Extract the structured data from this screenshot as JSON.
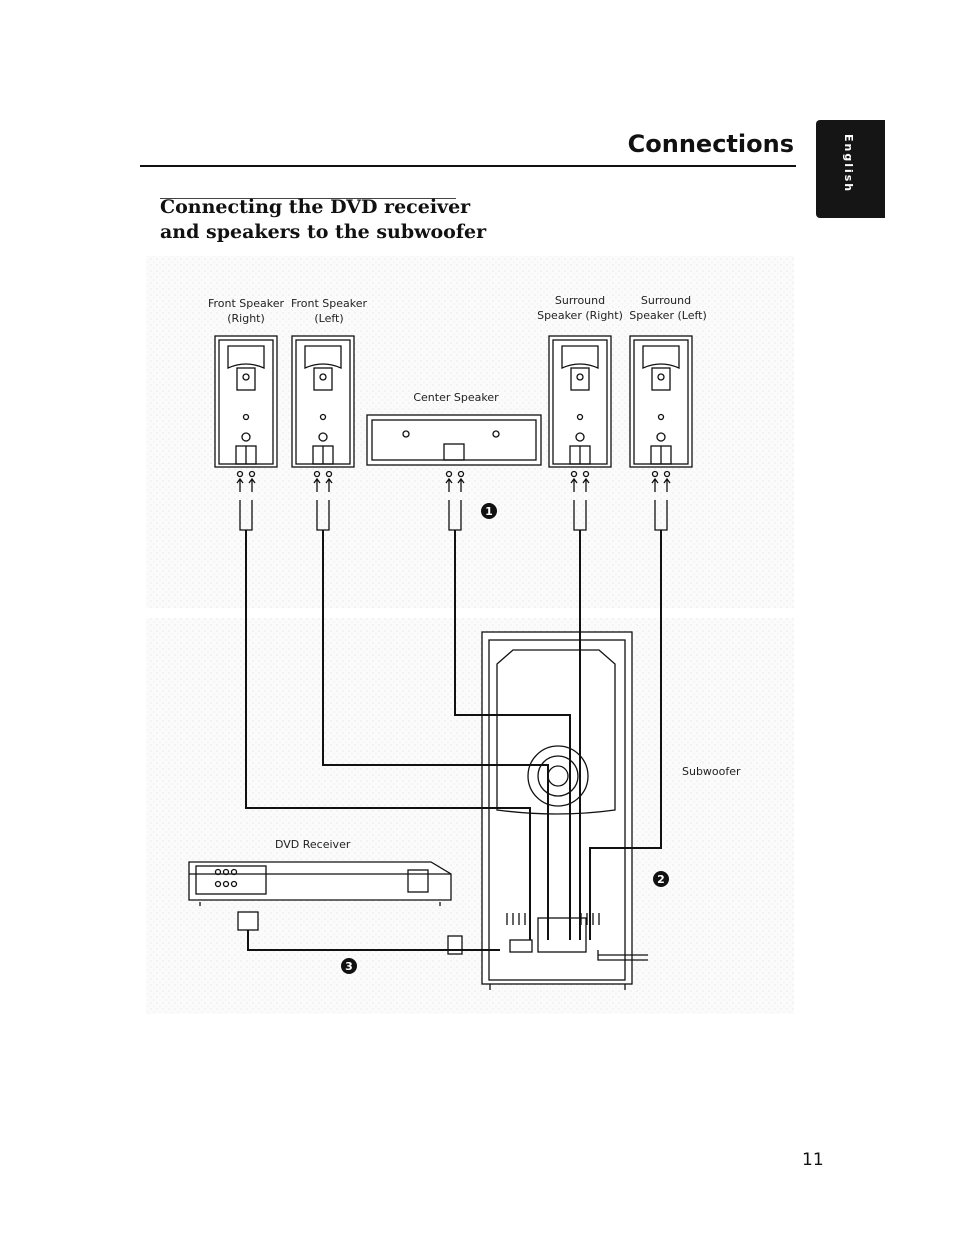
{
  "header": {
    "title": "Connections",
    "language_tab": "English"
  },
  "section": {
    "heading_line1": "Connecting the DVD receiver",
    "heading_line2": "and speakers to the subwoofer"
  },
  "diagram": {
    "labels": {
      "front_right_line1": "Front Speaker",
      "front_right_line2": "(Right)",
      "front_left_line1": "Front Speaker",
      "front_left_line2": "(Left)",
      "surround_right_line1": "Surround",
      "surround_right_line2": "Speaker (Right)",
      "surround_left_line1": "Surround",
      "surround_left_line2": "Speaker (Left)",
      "center": "Center Speaker",
      "subwoofer": "Subwoofer",
      "dvd_receiver": "DVD Receiver"
    },
    "steps": [
      "1",
      "2",
      "3"
    ]
  },
  "page_number": "11"
}
